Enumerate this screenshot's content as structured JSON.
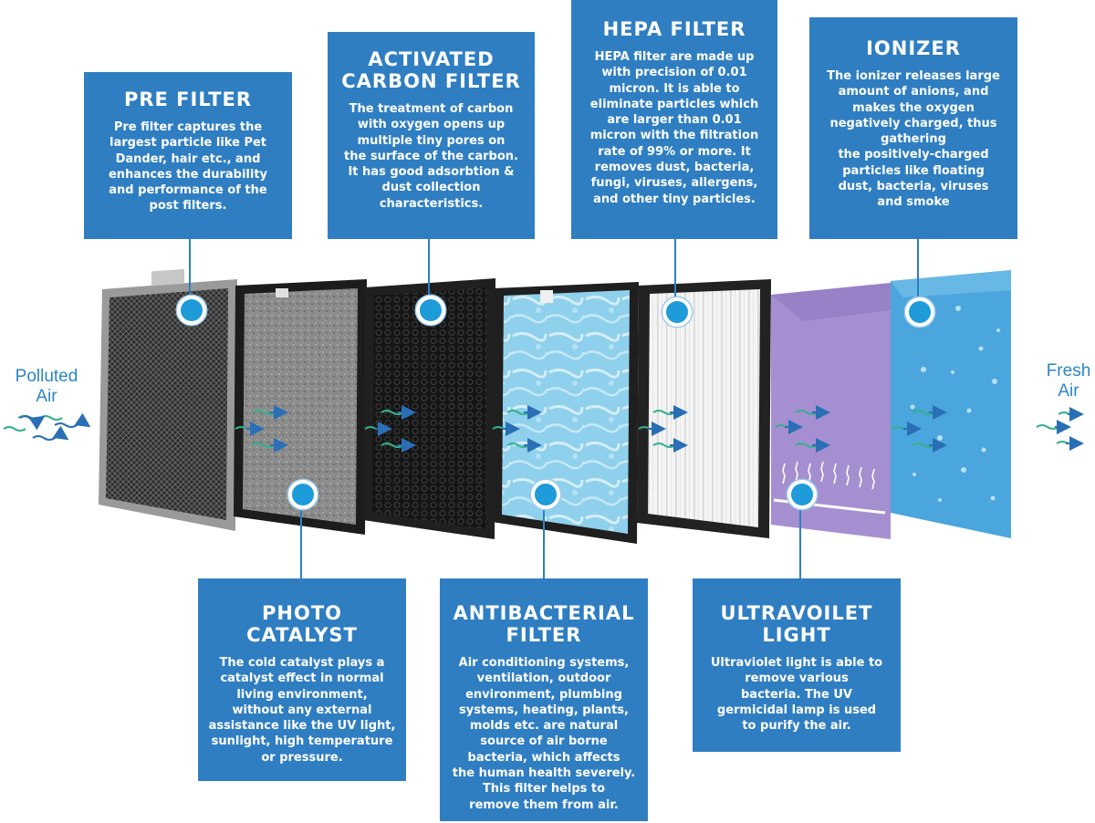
{
  "side_labels": {
    "left": [
      "Polluted",
      "Air"
    ],
    "right": [
      "Fresh",
      "Air"
    ]
  },
  "filters": {
    "pre": {
      "title": [
        "PRE FILTER"
      ],
      "desc": [
        "Pre filter captures the",
        "largest particle like Pet",
        "Dander, hair etc., and",
        "enhances the durability",
        "and performance of the",
        "post filters."
      ]
    },
    "carbon": {
      "title": [
        "ACTIVATED",
        "CARBON FILTER"
      ],
      "desc": [
        "The treatment of carbon",
        "with oxygen opens up",
        "multiple tiny pores on",
        "the surface of the carbon.",
        "It has good adsorbtion &",
        "dust collection",
        "characteristics."
      ]
    },
    "hepa": {
      "title": [
        "HEPA FILTER"
      ],
      "desc": [
        "HEPA filter are made up",
        "with precision of 0.01",
        "micron. It is able to",
        "eliminate particles which",
        "are larger than 0.01",
        "micron with the filtration",
        "rate of 99% or more. It",
        "removes dust, bacteria,",
        "fungi, viruses, allergens,",
        "and other tiny particles."
      ]
    },
    "ionizer": {
      "title": [
        "IONIZER"
      ],
      "desc": [
        "The ionizer releases large",
        "amount of anions, and",
        "makes the oxygen",
        "negatively charged, thus",
        "gathering",
        "the positively-charged",
        "particles like floating",
        "dust, bacteria, viruses",
        "and smoke"
      ]
    },
    "photo": {
      "title": [
        "PHOTO",
        "CATALYST"
      ],
      "desc": [
        "The cold catalyst plays a",
        "catalyst effect in normal",
        "living environment,",
        "without any external",
        "assistance like the UV light,",
        "sunlight, high temperature",
        "or pressure."
      ]
    },
    "antibacterial": {
      "title": [
        "ANTIBACTERIAL",
        "FILTER"
      ],
      "desc": [
        "Air conditioning systems,",
        "ventilation, outdoor",
        "environment, plumbing",
        "systems, heating, plants,",
        "molds etc. are natural",
        "source of air borne",
        "bacteria, which affects",
        "the human health severely.",
        "This filter helps to",
        "remove them from air."
      ]
    },
    "uv": {
      "title": [
        "ULTRAVOILET",
        "LIGHT"
      ],
      "desc": [
        "Ultraviolet light is able to",
        "remove various",
        "bacteria. The UV",
        "germicidal lamp is used",
        "to purify the air."
      ]
    }
  },
  "colors": {
    "box": "#2f7ec2",
    "marker": "#1e9bd9",
    "label": "#2d86c6",
    "arrow_blue": "#2a6fb5",
    "arrow_green": "#36b08e",
    "uv_panel": "#a58fd1",
    "ionizer_panel": "#4aa6dd",
    "antibacterial_media": "#8fd0ec"
  }
}
